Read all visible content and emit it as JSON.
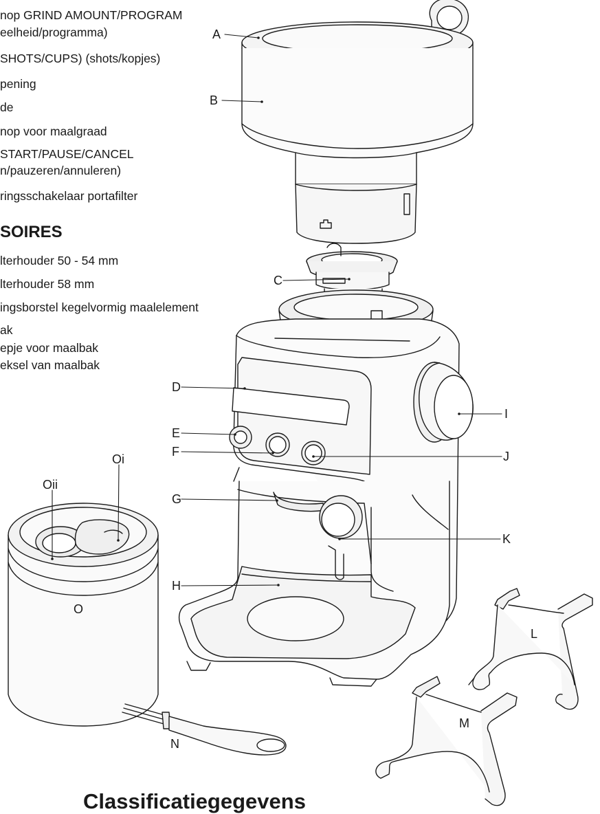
{
  "parts_list": [
    "nop GRIND AMOUNT/PROGRAM",
    "eelheid/programma)",
    "SHOTS/CUPS) (shots/kopjes)",
    "pening",
    "de",
    "nop voor maalgraad",
    "START/PAUSE/CANCEL",
    "n/pauzeren/annuleren)",
    "ringsschakelaar portafilter"
  ],
  "accessories_heading": "SOIRES",
  "accessories_list": [
    "lterhouder 50 - 54 mm",
    "lterhouder 58 mm",
    "ingsborstel kegelvormig maalelement",
    "ak",
    "epje voor maalbak",
    "eksel van maalbak"
  ],
  "callouts": {
    "A": "A",
    "B": "B",
    "C": "C",
    "D": "D",
    "E": "E",
    "F": "F",
    "G": "G",
    "H": "H",
    "I": "I",
    "J": "J",
    "K": "K",
    "L": "L",
    "M": "M",
    "N": "N",
    "O": "O",
    "Oi": "Oi",
    "Oii": "Oii"
  },
  "section_heading": "Classificatiegegevens"
}
